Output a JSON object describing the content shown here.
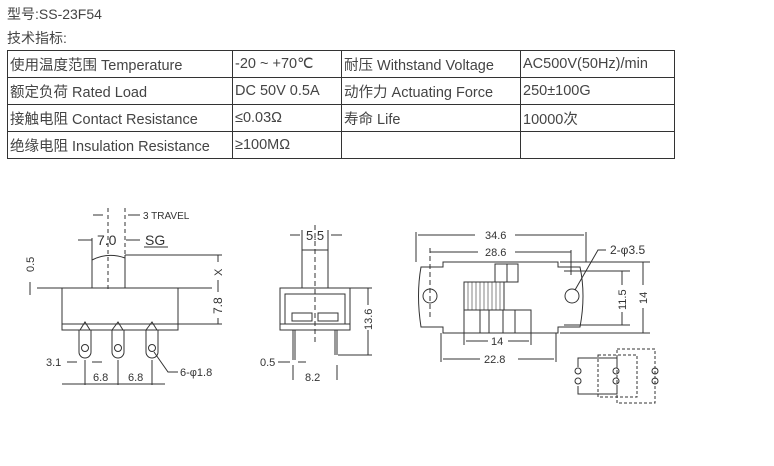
{
  "model_line": "型号:SS-23F54",
  "spec_title": "技术指标:",
  "specs": [
    [
      "使用温度范围 Temperature",
      "-20 ~ +70℃",
      "耐压 Withstand Voltage",
      "AC500V(50Hz)/min"
    ],
    [
      "额定负荷 Rated Load",
      "DC 50V 0.5A",
      "动作力 Actuating Force",
      "250±100G"
    ],
    [
      "接触电阻 Contact Resistance",
      "≤0.03Ω",
      "寿命 Life",
      "10000次"
    ],
    [
      "绝缘电阻 Insulation Resistance",
      "≥100MΩ",
      "",
      ""
    ]
  ],
  "drawing": {
    "front": {
      "travel": "3 TRAVEL",
      "width": "7.0",
      "sg": "SG",
      "flange": "0.5",
      "x": "X",
      "height": "7.8",
      "pin_offset": "3.1",
      "pitch1": "6.8",
      "pitch2": "6.8",
      "holes": "6-φ1.8"
    },
    "side": {
      "stem": "5.5",
      "height": "13.6",
      "pin": "0.5",
      "span": "8.2"
    },
    "top": {
      "overall": "34.6",
      "mount": "28.6",
      "mount_holes": "2-φ3.5",
      "inner_h": "11.5",
      "outer_h": "14",
      "slot": "14",
      "body": "22.8"
    }
  }
}
